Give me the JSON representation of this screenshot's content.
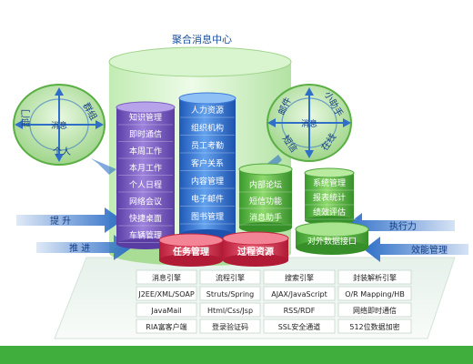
{
  "title": "聚合消息中心",
  "left_circle": {
    "top_left": "部门",
    "top_right": "群组",
    "center": "消息",
    "bottom": "个人"
  },
  "right_circle": {
    "top_left": "邮件",
    "top_right": "小助手",
    "center": "消息",
    "bottom_left": "短信",
    "bottom_right": "在线"
  },
  "cyl_purple": [
    "知识管理",
    "即时通信",
    "本周工作",
    "本月工作",
    "个人日程",
    "网络会议",
    "快捷桌面",
    "车辆管理"
  ],
  "cyl_blue": [
    "人力资源",
    "组织机构",
    "员工考勤",
    "客户关系",
    "内容管理",
    "电子邮件",
    "图书管理"
  ],
  "cyl_green_small": [
    "内部论坛",
    "短信功能",
    "消息助手"
  ],
  "cyl_green_stack": [
    "系统管理",
    "报表统计",
    "绩效评估"
  ],
  "cyl_green_base": "对外数据接口",
  "disc_task": "任务管理",
  "disc_process": "过程资源",
  "arrows": {
    "left_top": "提 升",
    "left_bottom": "推 进",
    "right_top": "执行力",
    "right_bottom": "效能管理"
  },
  "engine_table": [
    [
      "消息引擎",
      "流程引擎",
      "搜索引擎",
      "封装解析引擎"
    ],
    [
      "J2EE/XML/SOAP",
      "Struts/Spring",
      "AJAX/JavaScript",
      "O/R Mapping/HB"
    ],
    [
      "JavaMail",
      "Html/Css/Jsp",
      "RSS/RDF",
      "网络即时通信"
    ],
    [
      "RIA富客户端",
      "登录验证码",
      "SSL安全通道",
      "512位数据加密"
    ]
  ],
  "colors": {
    "green_bar": "#3fae3c",
    "purple": "#7a5cc0",
    "blue": "#3b79d8",
    "green": "#5db847",
    "red": "#d9364c"
  }
}
